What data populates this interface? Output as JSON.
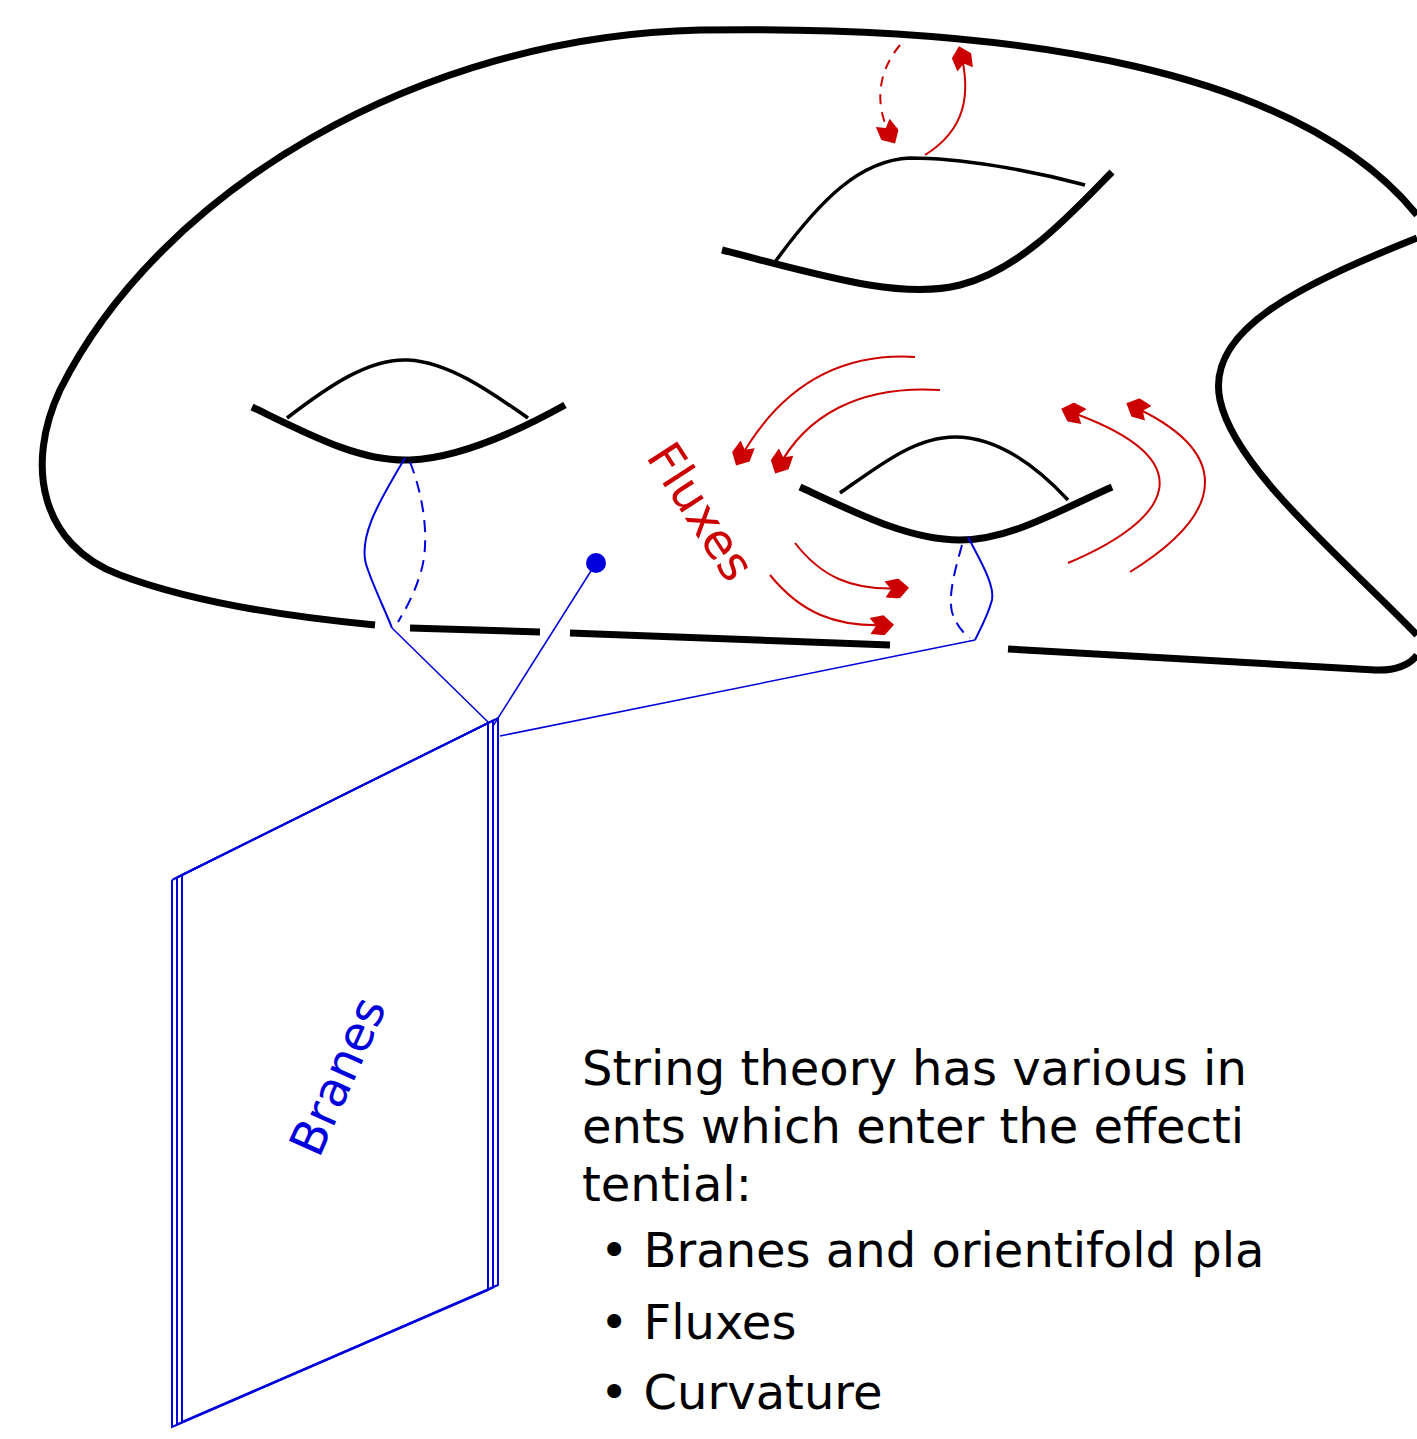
{
  "diagram": {
    "nodes": [
      {
        "text": [
          "Branes"
        ]
      }
    ],
    "labels": [
      "Fluxes",
      "String theory has various in",
      "ents which enter the effecti",
      "tential:",
      "• Branes and orientifold pla",
      "• Fluxes",
      "• Curvature"
    ]
  }
}
